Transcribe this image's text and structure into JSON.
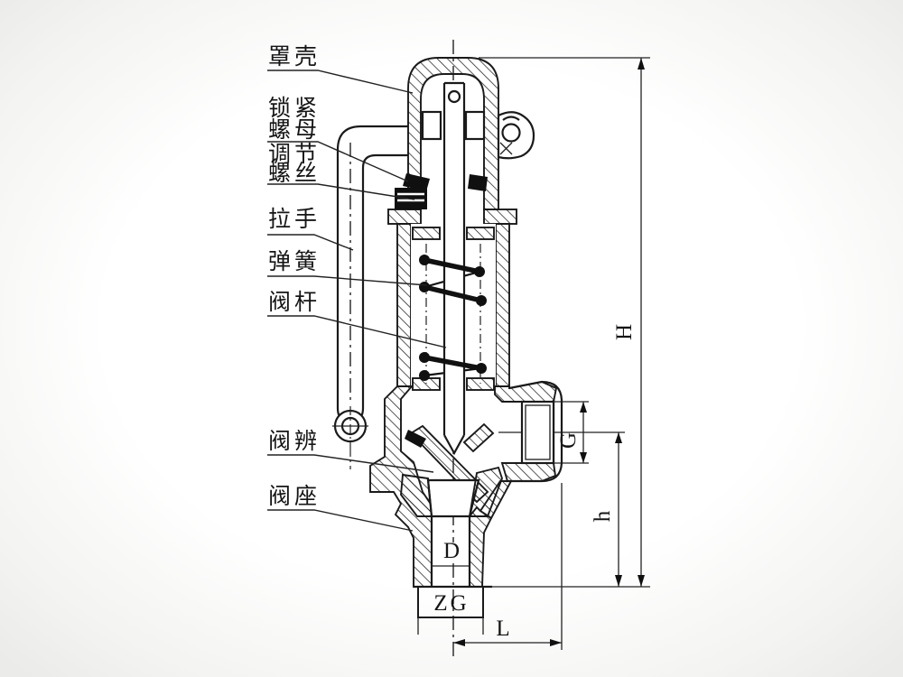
{
  "drawing_type": "safety-valve cross-section engineering diagram",
  "part_labels": {
    "cover_shell": "罩壳",
    "lock_nut": [
      "锁紧",
      "螺母"
    ],
    "adjusting_screw": [
      "调节",
      "螺丝"
    ],
    "handle": "拉手",
    "spring": "弹簧",
    "valve_stem": "阀杆",
    "valve_disc": "阀辨",
    "valve_seat": "阀座"
  },
  "dimensions": {
    "total_height": "H",
    "outlet_port": "G",
    "outlet_center_height": "h",
    "inlet_bore": "D",
    "inlet_thread": "ZG",
    "center_to_outlet_length": "L"
  },
  "colors": {
    "line": "#1a1a1a",
    "paper_center": "#ffffff",
    "paper_edge": "#ededeb"
  }
}
